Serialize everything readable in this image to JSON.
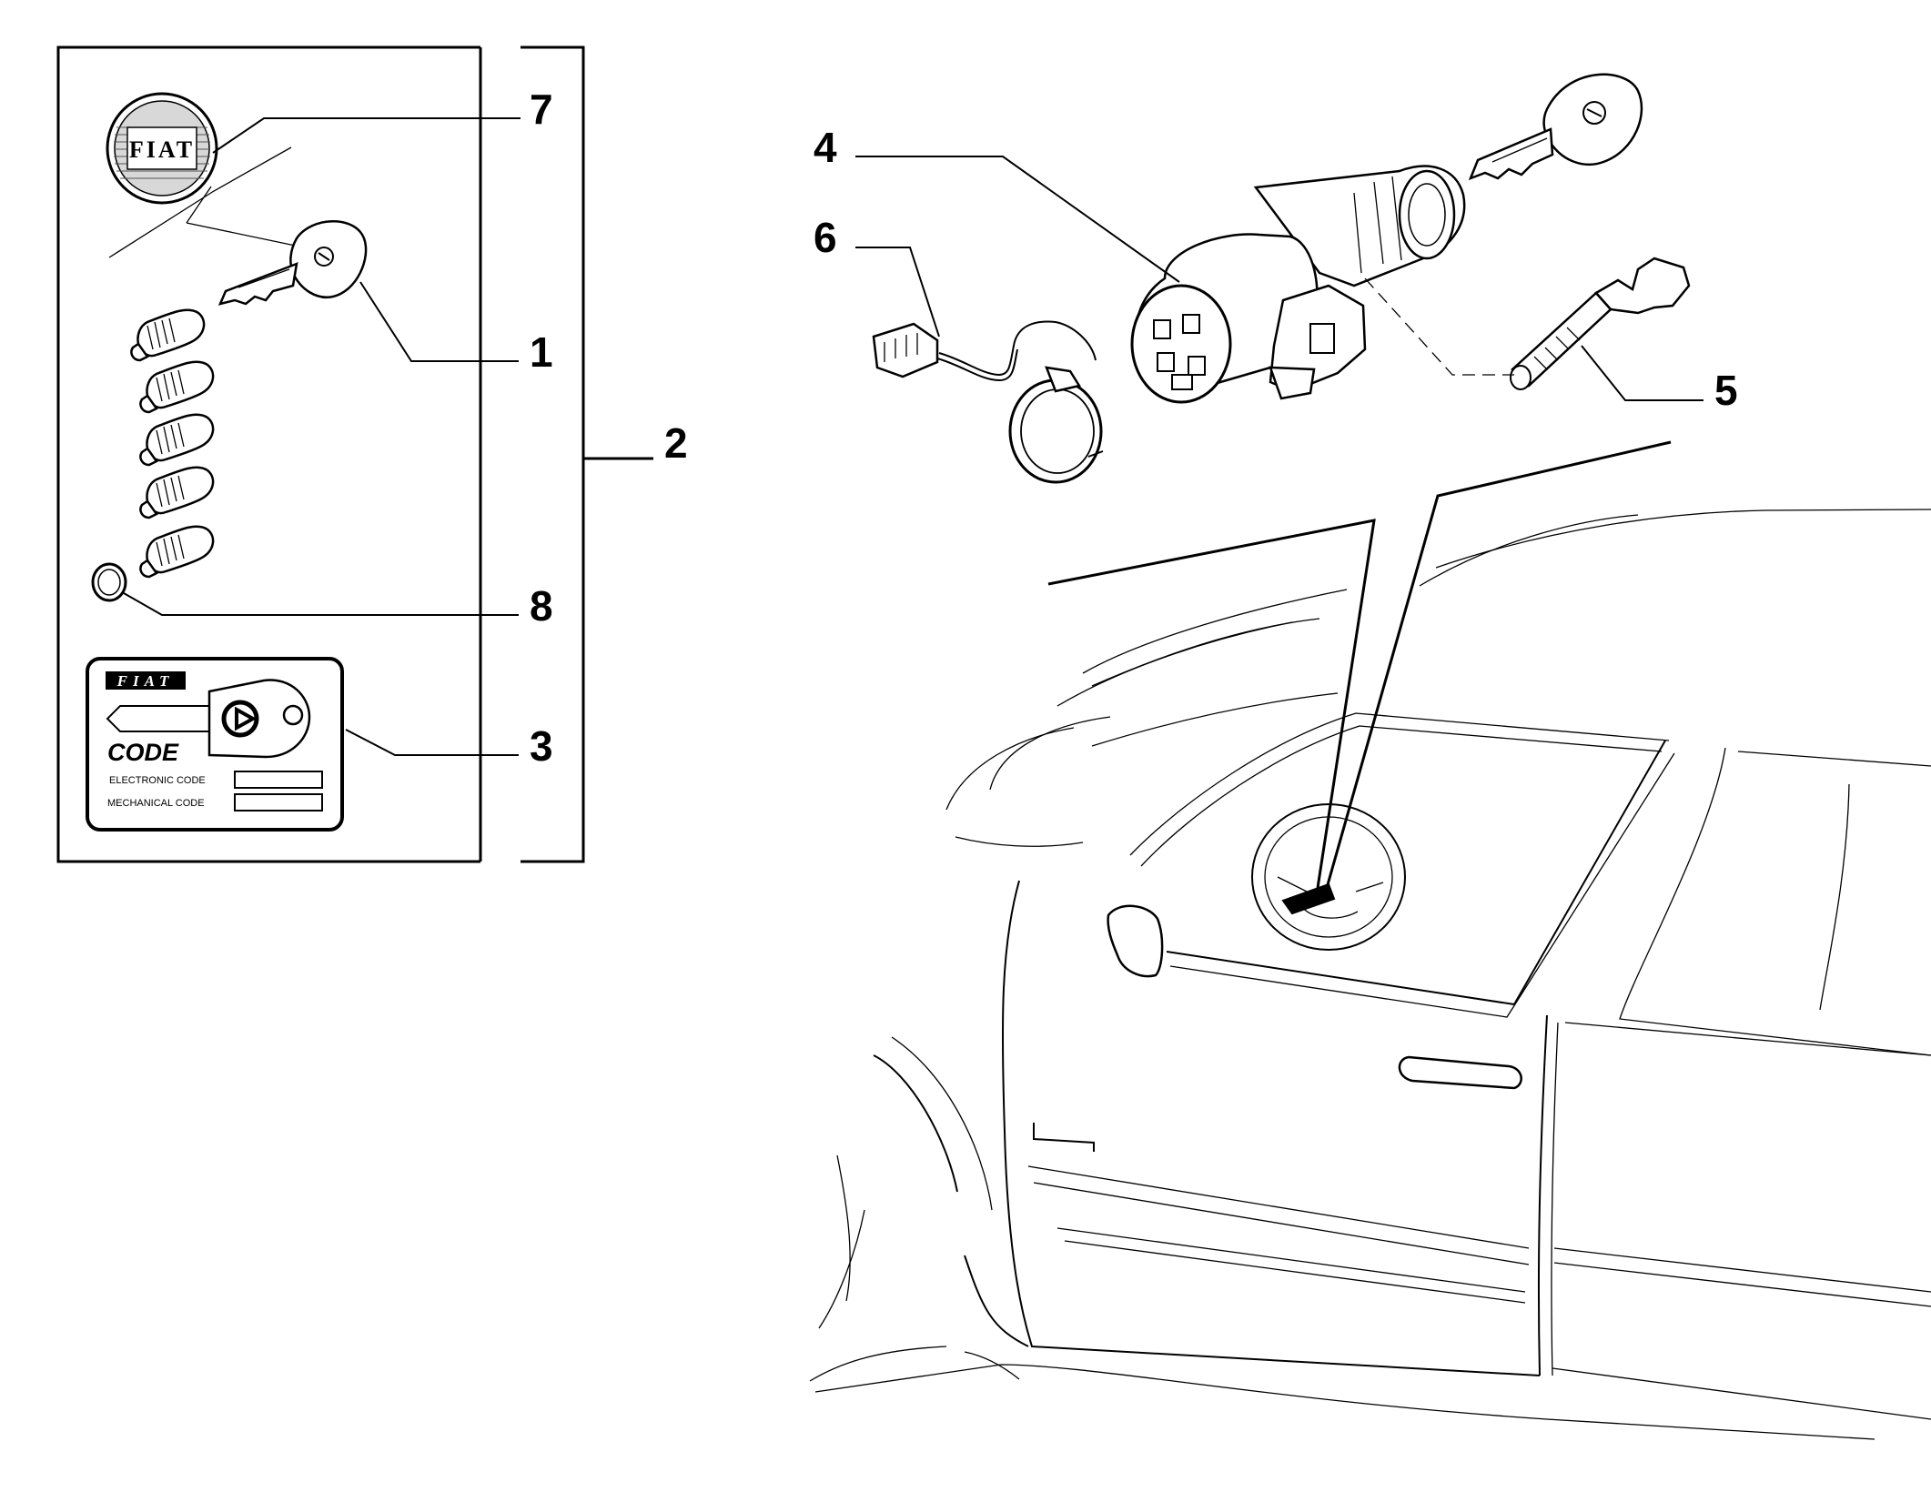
{
  "callouts": {
    "c1": "1",
    "c2": "2",
    "c3": "3",
    "c4": "4",
    "c5": "5",
    "c6": "6",
    "c7": "7",
    "c8": "8"
  },
  "code_card": {
    "brand": "FIAT",
    "code_title": "CODE",
    "electronic_label": "ELECTRONIC CODE",
    "mechanical_label": "MECHANICAL CODE"
  },
  "badge": {
    "brand": "FIAT"
  },
  "colors": {
    "ink": "#000000",
    "paper": "#ffffff"
  }
}
